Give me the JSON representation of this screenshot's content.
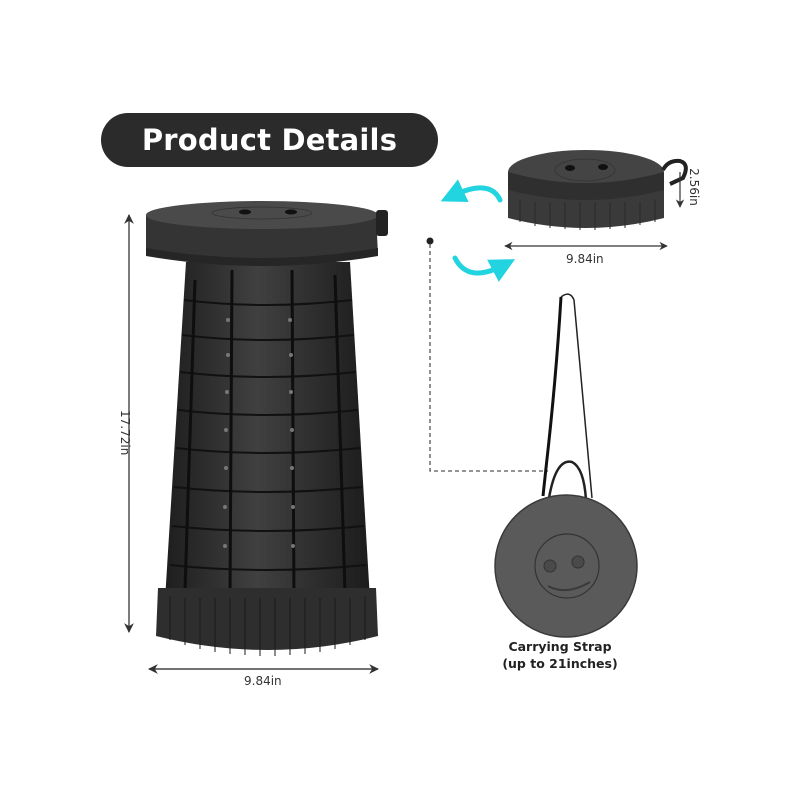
{
  "header": {
    "title": "Product Details"
  },
  "stool_expanded": {
    "height_label": "17.72in",
    "width_label": "9.84in"
  },
  "stool_collapsed": {
    "height_label": "2.56in",
    "width_label": "9.84in"
  },
  "carrying": {
    "caption_line1": "Carrying Strap",
    "caption_line2": "(up to 21inches)"
  },
  "colors": {
    "pill_bg": "#2b2b2b",
    "product": "#3a3a3a",
    "accent_arrows": "#22d3e0",
    "dim_lines": "#333333"
  }
}
